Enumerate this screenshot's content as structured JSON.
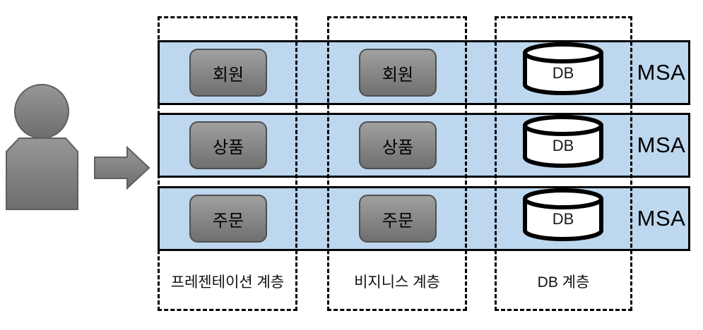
{
  "diagram": {
    "description": "MSA layered architecture diagram",
    "rows": [
      {
        "presentation": "회원",
        "business": "회원",
        "db": "DB",
        "tag": "MSA"
      },
      {
        "presentation": "상품",
        "business": "상품",
        "db": "DB",
        "tag": "MSA"
      },
      {
        "presentation": "주문",
        "business": "주문",
        "db": "DB",
        "tag": "MSA"
      }
    ],
    "layers": [
      {
        "label": "프레젠테이션 계층"
      },
      {
        "label": "비지니스 계층"
      },
      {
        "label": "DB 계층"
      }
    ],
    "colors": {
      "band_fill": "#BDD7EE",
      "band_border": "#000000",
      "node_fill": "#8C8C8C",
      "node_border": "#4F4F4F",
      "actor_fill": "#8A8A8A",
      "cylinder_fill": "#FFFFFF",
      "cylinder_stroke": "#000000"
    }
  }
}
